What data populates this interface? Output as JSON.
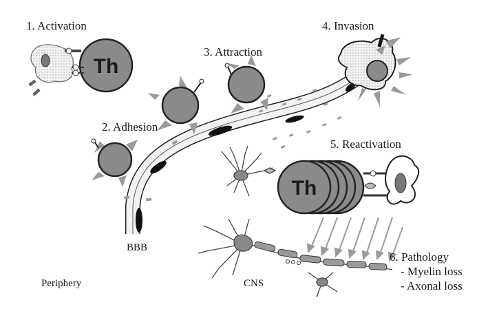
{
  "steps": {
    "activation": "1. Activation",
    "adhesion": "2. Adhesion",
    "attraction": "3. Attraction",
    "invasion": "4. Invasion",
    "reactivation": "5. Reactivation",
    "pathology": "6. Pathology"
  },
  "pathology_items": [
    "- Myelin loss",
    "- Axonal loss"
  ],
  "locations": {
    "bbb": "BBB",
    "periphery": "Periphery",
    "cns": "CNS"
  },
  "cell_labels": {
    "th": "Th"
  },
  "colors": {
    "cell_fill": "#8a8a8a",
    "cell_outline": "#222222",
    "arrow_fill": "#9a9a9a",
    "vessel_fill": "#f2f2f2"
  }
}
